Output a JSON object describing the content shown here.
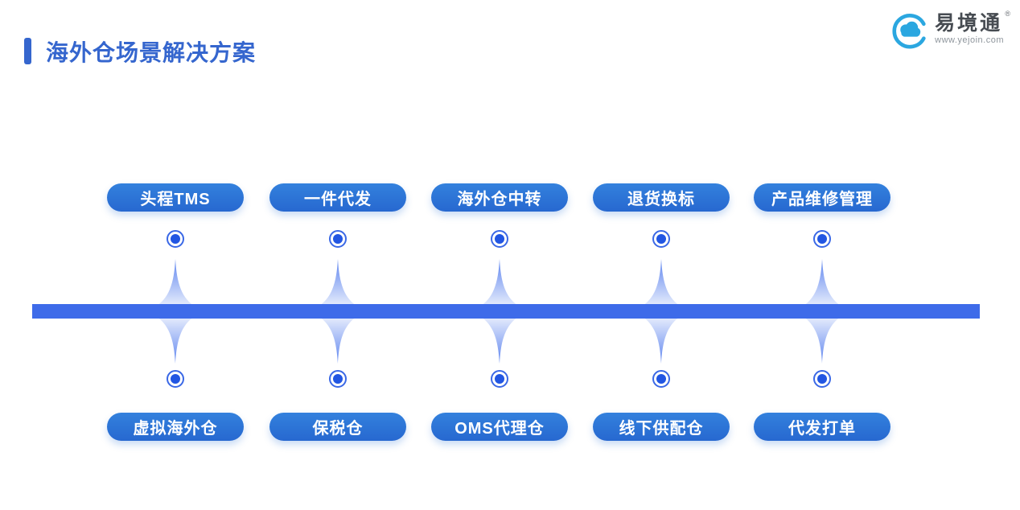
{
  "page": {
    "title": "海外仓场景解决方案"
  },
  "brand": {
    "name": "易境通",
    "registered_mark": "®",
    "url": "www.yejoin.com",
    "icon": "cloud-logo-icon",
    "icon_color": "#2ba7e0",
    "name_color": "#474c52"
  },
  "colors": {
    "title_accent": "#3566ce",
    "pill_blue": "#2e79d8",
    "timeline_bar_blue": "#3e6be9",
    "node_dot_blue": "#2256e2",
    "spike_gradient_edge": "#5f85ef",
    "spike_gradient_center": "#e4ebfc"
  },
  "diagram": {
    "columns": [
      {
        "top": "头程TMS",
        "bottom": "虚拟海外仓"
      },
      {
        "top": "一件代发",
        "bottom": "保税仓"
      },
      {
        "top": "海外仓中转",
        "bottom": "OMS代理仓"
      },
      {
        "top": "退货换标",
        "bottom": "线下供配仓"
      },
      {
        "top": "产品维修管理",
        "bottom": "代发打单"
      }
    ]
  }
}
